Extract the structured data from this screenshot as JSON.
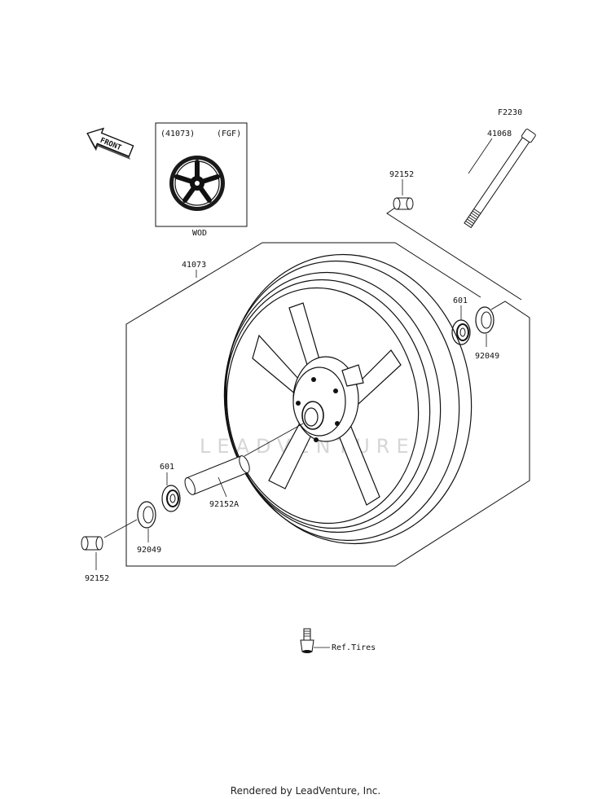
{
  "diagram": {
    "ref_code": "F2230",
    "front_label": "FRONT",
    "inset": {
      "part": "(41073)",
      "variant": "(FGF)",
      "color_code": "WOD"
    },
    "parts": {
      "axle": "41068",
      "collar_right": "92152",
      "bearing_right": "601",
      "seal_right": "92049",
      "wheel": "41073",
      "bearing_left": "601",
      "spacer": "92152A",
      "seal_left": "92049",
      "collar_left": "92152",
      "valve": "Ref.Tires"
    },
    "watermark": "LEADVENTURE"
  },
  "footer": {
    "credit": "Rendered by LeadVenture, Inc."
  }
}
